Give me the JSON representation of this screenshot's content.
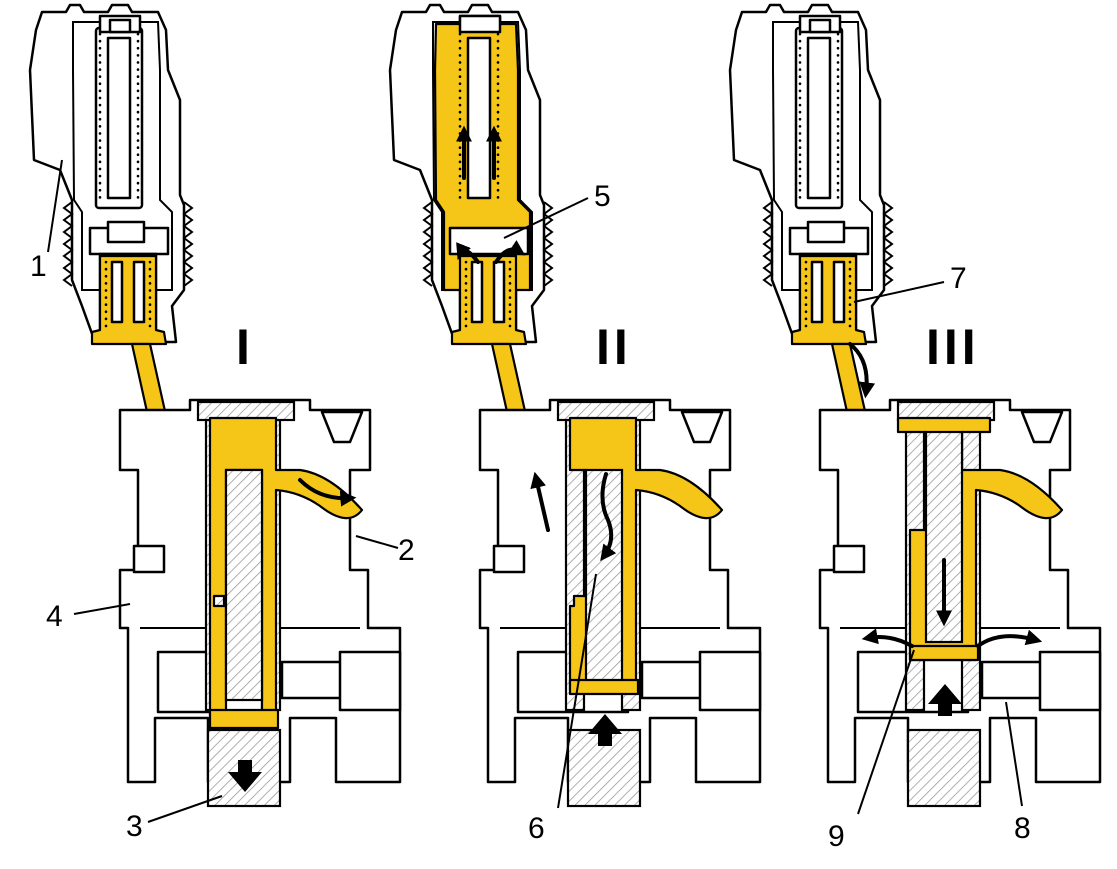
{
  "colors": {
    "fuel": "#f5c518",
    "line": "#000000",
    "hatch": "#9a9a9a"
  },
  "stages": [
    {
      "id": "I",
      "label": "I",
      "piston_arrow": "down"
    },
    {
      "id": "II",
      "label": "II",
      "piston_arrow": "up"
    },
    {
      "id": "III",
      "label": "III",
      "piston_arrow": "up"
    }
  ],
  "callouts": {
    "c1": "1",
    "c2": "2",
    "c3": "3",
    "c4": "4",
    "c5": "5",
    "c6": "6",
    "c7": "7",
    "c8": "8",
    "c9": "9"
  }
}
